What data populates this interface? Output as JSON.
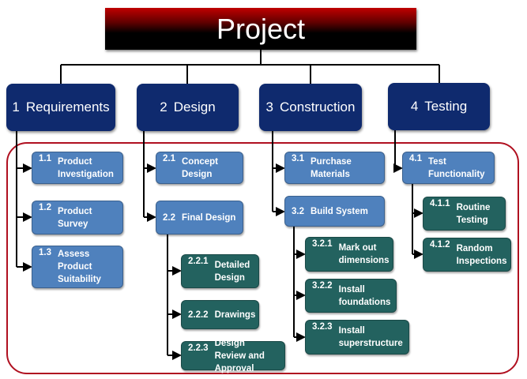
{
  "title": "Project",
  "colors": {
    "top": "#0f2a6e",
    "level2": "#4f81bd",
    "level3": "#23625f",
    "frame": "#b01020"
  },
  "phases": [
    {
      "num": "1",
      "label": "Requirements"
    },
    {
      "num": "2",
      "label": "Design"
    },
    {
      "num": "3",
      "label": "Construction"
    },
    {
      "num": "4",
      "label": "Testing"
    }
  ],
  "tasks": {
    "t11": {
      "num": "1.1",
      "label": "Product Investigation"
    },
    "t12": {
      "num": "1.2",
      "label": "Product Survey"
    },
    "t13": {
      "num": "1.3",
      "label": "Assess Product Suitability"
    },
    "t21": {
      "num": "2.1",
      "label": "Concept Design"
    },
    "t22": {
      "num": "2.2",
      "label": "Final Design"
    },
    "t221": {
      "num": "2.2.1",
      "label": "Detailed Design"
    },
    "t222": {
      "num": "2.2.2",
      "label": "Drawings"
    },
    "t223": {
      "num": "2.2.3",
      "label": "Design Review and Approval"
    },
    "t31": {
      "num": "3.1",
      "label": "Purchase Materials"
    },
    "t32": {
      "num": "3.2",
      "label": "Build System"
    },
    "t321": {
      "num": "3.2.1",
      "label": "Mark out dimensions"
    },
    "t322": {
      "num": "3.2.2",
      "label": "Install foundations"
    },
    "t323": {
      "num": "3.2.3",
      "label": "Install superstructure"
    },
    "t41": {
      "num": "4.1",
      "label": "Test Functionality"
    },
    "t411": {
      "num": "4.1.1",
      "label": "Routine Testing"
    },
    "t412": {
      "num": "4.1.2",
      "label": "Random Inspections"
    }
  }
}
